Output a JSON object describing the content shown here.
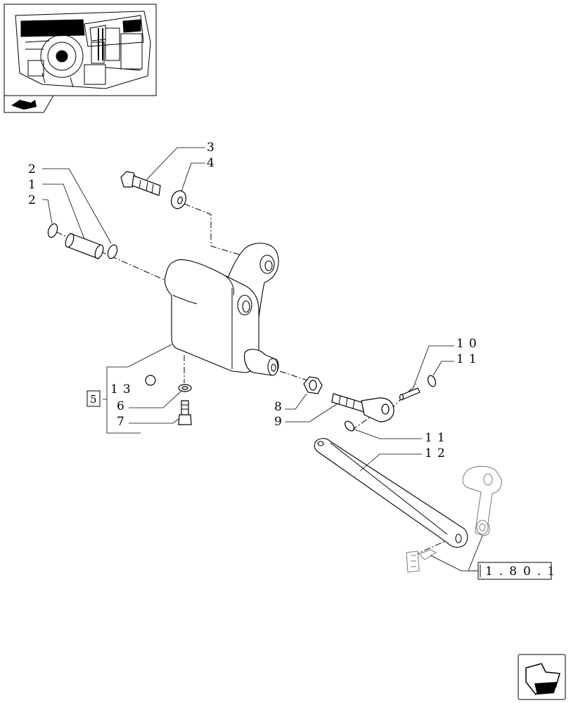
{
  "callouts": {
    "c1": "1",
    "c2a": "2",
    "c2b": "2",
    "c3": "3",
    "c4": "4",
    "c5": "5",
    "c6": "6",
    "c7": "7",
    "c8": "8",
    "c9": "9",
    "c10": "10",
    "c11a": "11",
    "c11b": "11",
    "c12": "12",
    "c13": "13"
  },
  "reference": {
    "text": "1.80.1"
  },
  "icons": {
    "thumbnail": "assembly-location-thumbnail",
    "section": "section-arrow-icon",
    "navigate": "next-page-arrow-icon"
  }
}
